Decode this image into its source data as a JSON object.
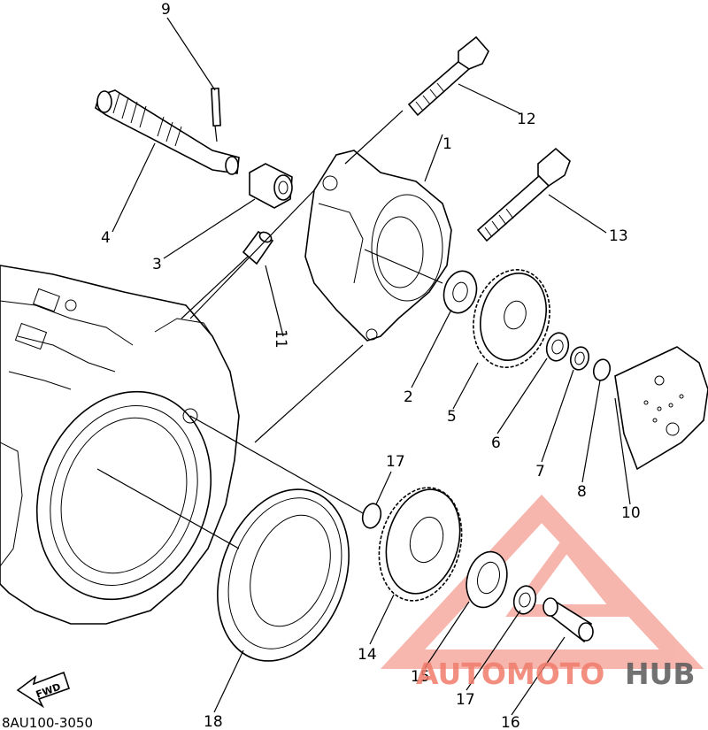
{
  "diagram": {
    "part_labels": [
      "9",
      "12",
      "1",
      "4",
      "13",
      "3",
      "11",
      "2",
      "5",
      "6",
      "7",
      "8",
      "10",
      "17",
      "14",
      "15",
      "17",
      "16",
      "18"
    ],
    "fwd_label": "FWD",
    "diagram_code": "8AU100-3050"
  },
  "watermark": {
    "text_primary": "AUTOMOTO",
    "text_secondary": "HUB",
    "color_primary": "#f07c6c",
    "color_secondary": "#5a5a5a"
  }
}
